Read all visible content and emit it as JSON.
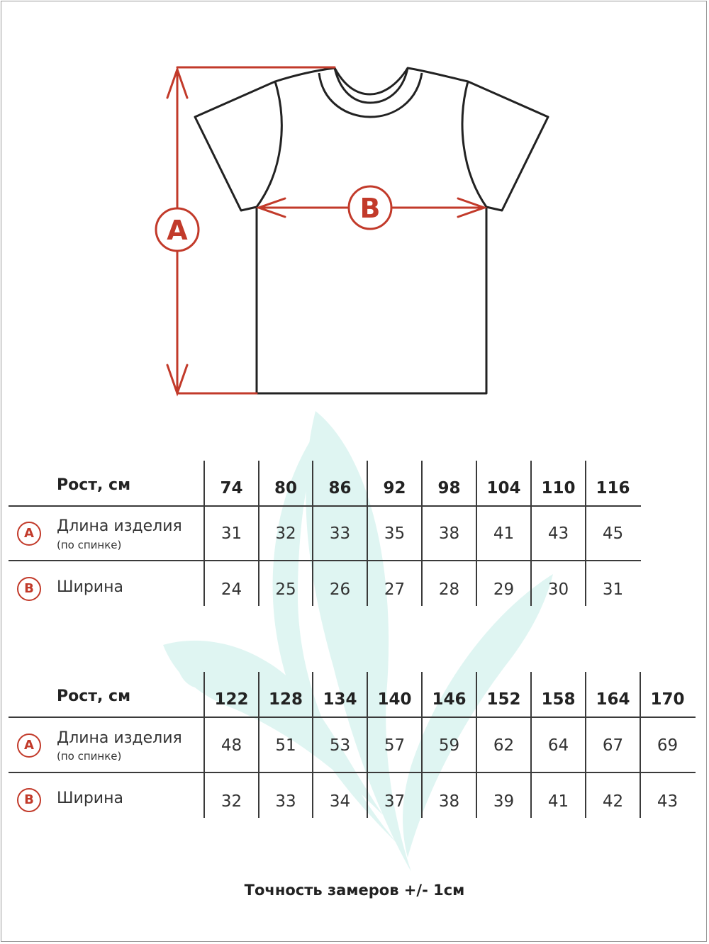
{
  "diagram": {
    "label_a": "A",
    "label_b": "B",
    "accent_color": "#c23a2a",
    "outline_color": "#222222"
  },
  "table1": {
    "header_label": "Рост, см",
    "sizes": [
      "74",
      "80",
      "86",
      "92",
      "98",
      "104",
      "110",
      "116"
    ],
    "row_a": {
      "badge": "A",
      "label": "Длина изделия",
      "sublabel": "(по спинке)",
      "values": [
        "31",
        "32",
        "33",
        "35",
        "38",
        "41",
        "43",
        "45"
      ]
    },
    "row_b": {
      "badge": "B",
      "label": "Ширина",
      "values": [
        "24",
        "25",
        "26",
        "27",
        "28",
        "29",
        "30",
        "31"
      ]
    }
  },
  "table2": {
    "header_label": "Рост, см",
    "sizes": [
      "122",
      "128",
      "134",
      "140",
      "146",
      "152",
      "158",
      "164",
      "170"
    ],
    "row_a": {
      "badge": "A",
      "label": "Длина изделия",
      "sublabel": "(по спинке)",
      "values": [
        "48",
        "51",
        "53",
        "57",
        "59",
        "62",
        "64",
        "67",
        "69"
      ]
    },
    "row_b": {
      "badge": "B",
      "label": "Ширина",
      "values": [
        "32",
        "33",
        "34",
        "37",
        "38",
        "39",
        "41",
        "42",
        "43"
      ]
    }
  },
  "footer": {
    "note": "Точность замеров +/- 1см"
  },
  "colors": {
    "accent": "#c23a2a",
    "watermark": "#dff5f2",
    "line": "#3a3a3a"
  }
}
